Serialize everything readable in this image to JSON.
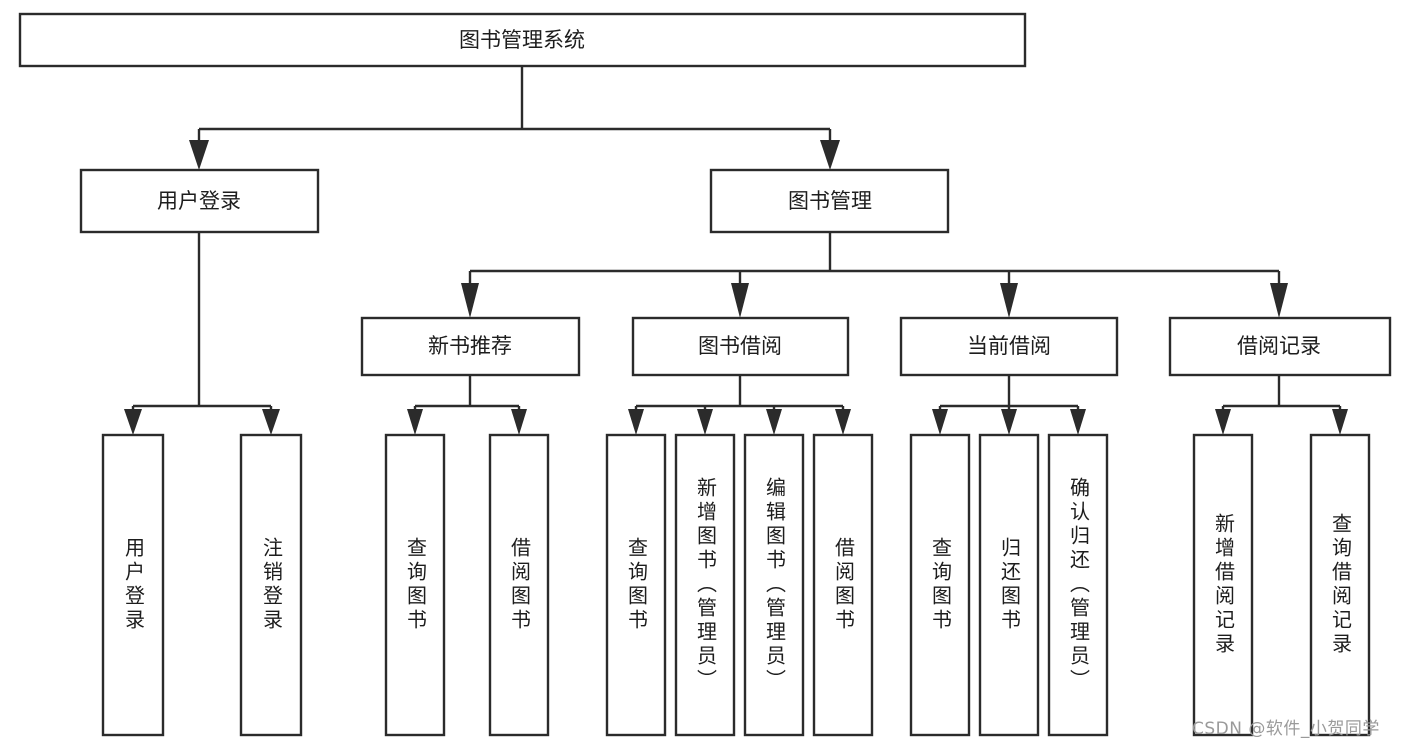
{
  "diagram": {
    "type": "tree",
    "title": "图书管理系统",
    "watermark": "CSDN @软件_小贺同学",
    "colors": {
      "stroke": "#2b2b2b",
      "fill": "#ffffff",
      "text": "#1d1d1d",
      "watermark": "#9a9a9a",
      "background": "#ffffff"
    },
    "nodes": {
      "root": {
        "label": "图书管理系统",
        "level": 0
      },
      "level1": [
        {
          "id": "user-login",
          "label": "用户登录"
        },
        {
          "id": "book-management",
          "label": "图书管理"
        }
      ],
      "level2": [
        {
          "id": "new-book-recommend",
          "label": "新书推荐",
          "parent": "book-management"
        },
        {
          "id": "book-borrow",
          "label": "图书借阅",
          "parent": "book-management"
        },
        {
          "id": "current-borrow",
          "label": "当前借阅",
          "parent": "book-management"
        },
        {
          "id": "borrow-record",
          "label": "借阅记录",
          "parent": "book-management"
        }
      ],
      "leaves": [
        {
          "id": "leaf-user-login",
          "label": "用户登录",
          "parent": "user-login"
        },
        {
          "id": "leaf-user-logout",
          "label": "注销登录",
          "parent": "user-login"
        },
        {
          "id": "leaf-query-book-1",
          "label": "查询图书",
          "parent": "new-book-recommend"
        },
        {
          "id": "leaf-borrow-book-1",
          "label": "借阅图书",
          "parent": "new-book-recommend"
        },
        {
          "id": "leaf-query-book-2",
          "label": "查询图书",
          "parent": "book-borrow"
        },
        {
          "id": "leaf-add-book",
          "label": "新增图书（管理员）",
          "parent": "book-borrow"
        },
        {
          "id": "leaf-edit-book",
          "label": "编辑图书（管理员）",
          "parent": "book-borrow"
        },
        {
          "id": "leaf-borrow-book-2",
          "label": "借阅图书",
          "parent": "book-borrow"
        },
        {
          "id": "leaf-query-book-3",
          "label": "查询图书",
          "parent": "current-borrow"
        },
        {
          "id": "leaf-return-book",
          "label": "归还图书",
          "parent": "current-borrow"
        },
        {
          "id": "leaf-confirm-return",
          "label": "确认归还（管理员）",
          "parent": "current-borrow"
        },
        {
          "id": "leaf-add-record",
          "label": "新增借阅记录",
          "parent": "borrow-record"
        },
        {
          "id": "leaf-query-record",
          "label": "查询借阅记录",
          "parent": "borrow-record"
        }
      ]
    }
  }
}
